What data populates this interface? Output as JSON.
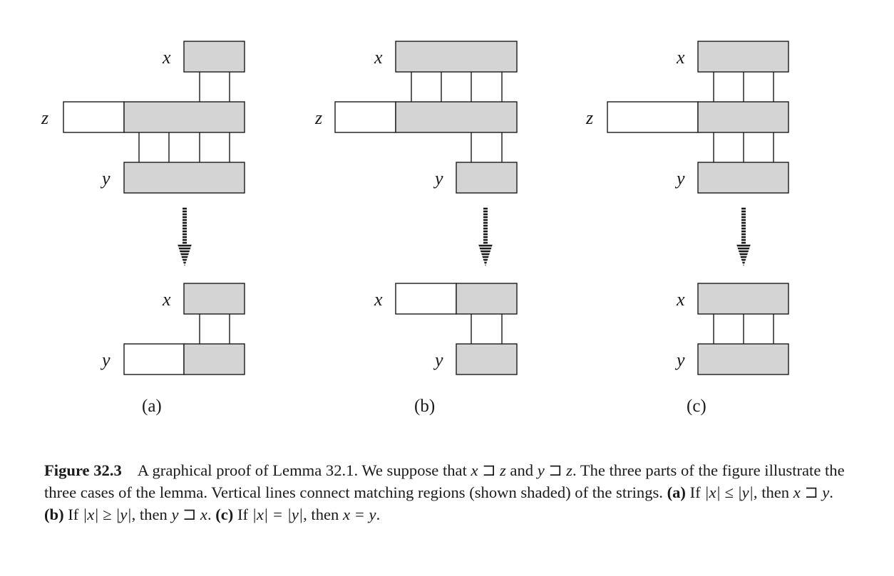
{
  "figure": {
    "panels": [
      {
        "id": "a",
        "label": "(a)",
        "top": {
          "names": [
            "x",
            "z",
            "y"
          ]
        },
        "bottom": {
          "names": [
            "x",
            "y"
          ]
        }
      },
      {
        "id": "b",
        "label": "(b)",
        "top": {
          "names": [
            "x",
            "z",
            "y"
          ]
        },
        "bottom": {
          "names": [
            "x",
            "y"
          ]
        }
      },
      {
        "id": "c",
        "label": "(c)",
        "top": {
          "names": [
            "x",
            "z",
            "y"
          ]
        },
        "bottom": {
          "names": [
            "x",
            "y"
          ]
        }
      }
    ],
    "colors": {
      "shaded": "#d4d4d4",
      "unshaded": "#ffffff",
      "stroke": "#1a1a1a"
    }
  },
  "caption": {
    "label": "Figure 32.3",
    "s1": "A graphical proof of Lemma 32.1. We suppose that ",
    "v_x": "x",
    "op_suffix": " ⊐ ",
    "v_z": "z",
    "and": " and ",
    "v_y": "y",
    "s2": ". The three parts of the figure illustrate the three cases of the lemma. Vertical lines connect matching regions (shown shaded) of the strings. ",
    "a_label": "(a)",
    "a_if": " If ",
    "a_cond": "|x| ≤ |y|",
    "a_then": ", then ",
    "a_res": "x ⊐ y",
    "a_end": ". ",
    "b_label": "(b)",
    "b_if": " If ",
    "b_cond": "|x| ≥ |y|",
    "b_then": ", then ",
    "b_res": "y ⊐ x",
    "b_end": ". ",
    "c_label": "(c)",
    "c_if": " If ",
    "c_cond": "|x| = |y|",
    "c_then": ", then ",
    "c_res": "x = y",
    "c_end": "."
  }
}
